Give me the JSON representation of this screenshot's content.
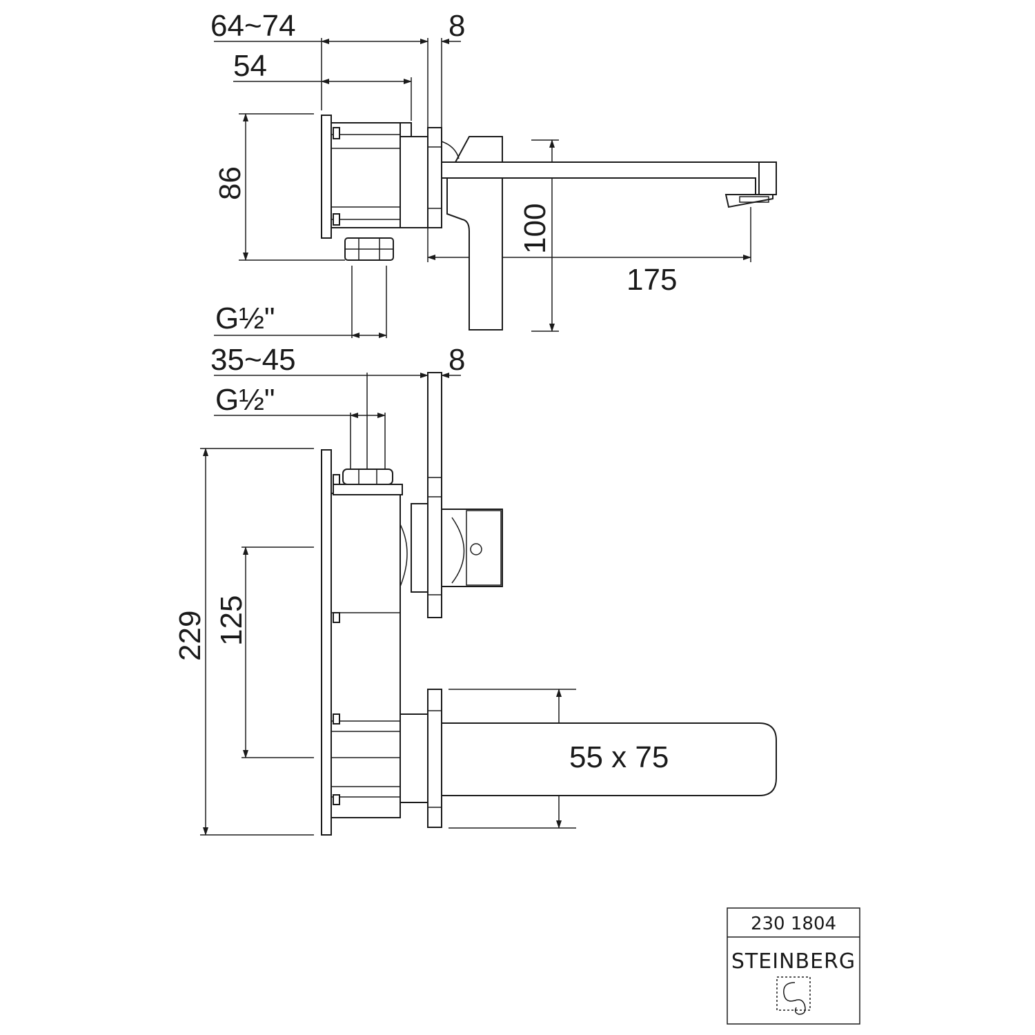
{
  "top_view": {
    "dim_wall_depth": "64~74",
    "dim_plate": "8",
    "dim_body_depth": "54",
    "dim_height": "86",
    "dim_thread": "G½\"",
    "dim_spout_height": "100",
    "dim_spout_length": "175"
  },
  "bottom_view": {
    "dim_wall_depth": "35~45",
    "dim_plate": "8",
    "dim_thread": "G½\"",
    "dim_total_height": "229",
    "dim_center_distance": "125",
    "dim_rosette": "55 x 75"
  },
  "title_block": {
    "article_number": "230 1804",
    "brand": "STEINBERG",
    "logo_icon": "steinberg-logo-icon"
  }
}
